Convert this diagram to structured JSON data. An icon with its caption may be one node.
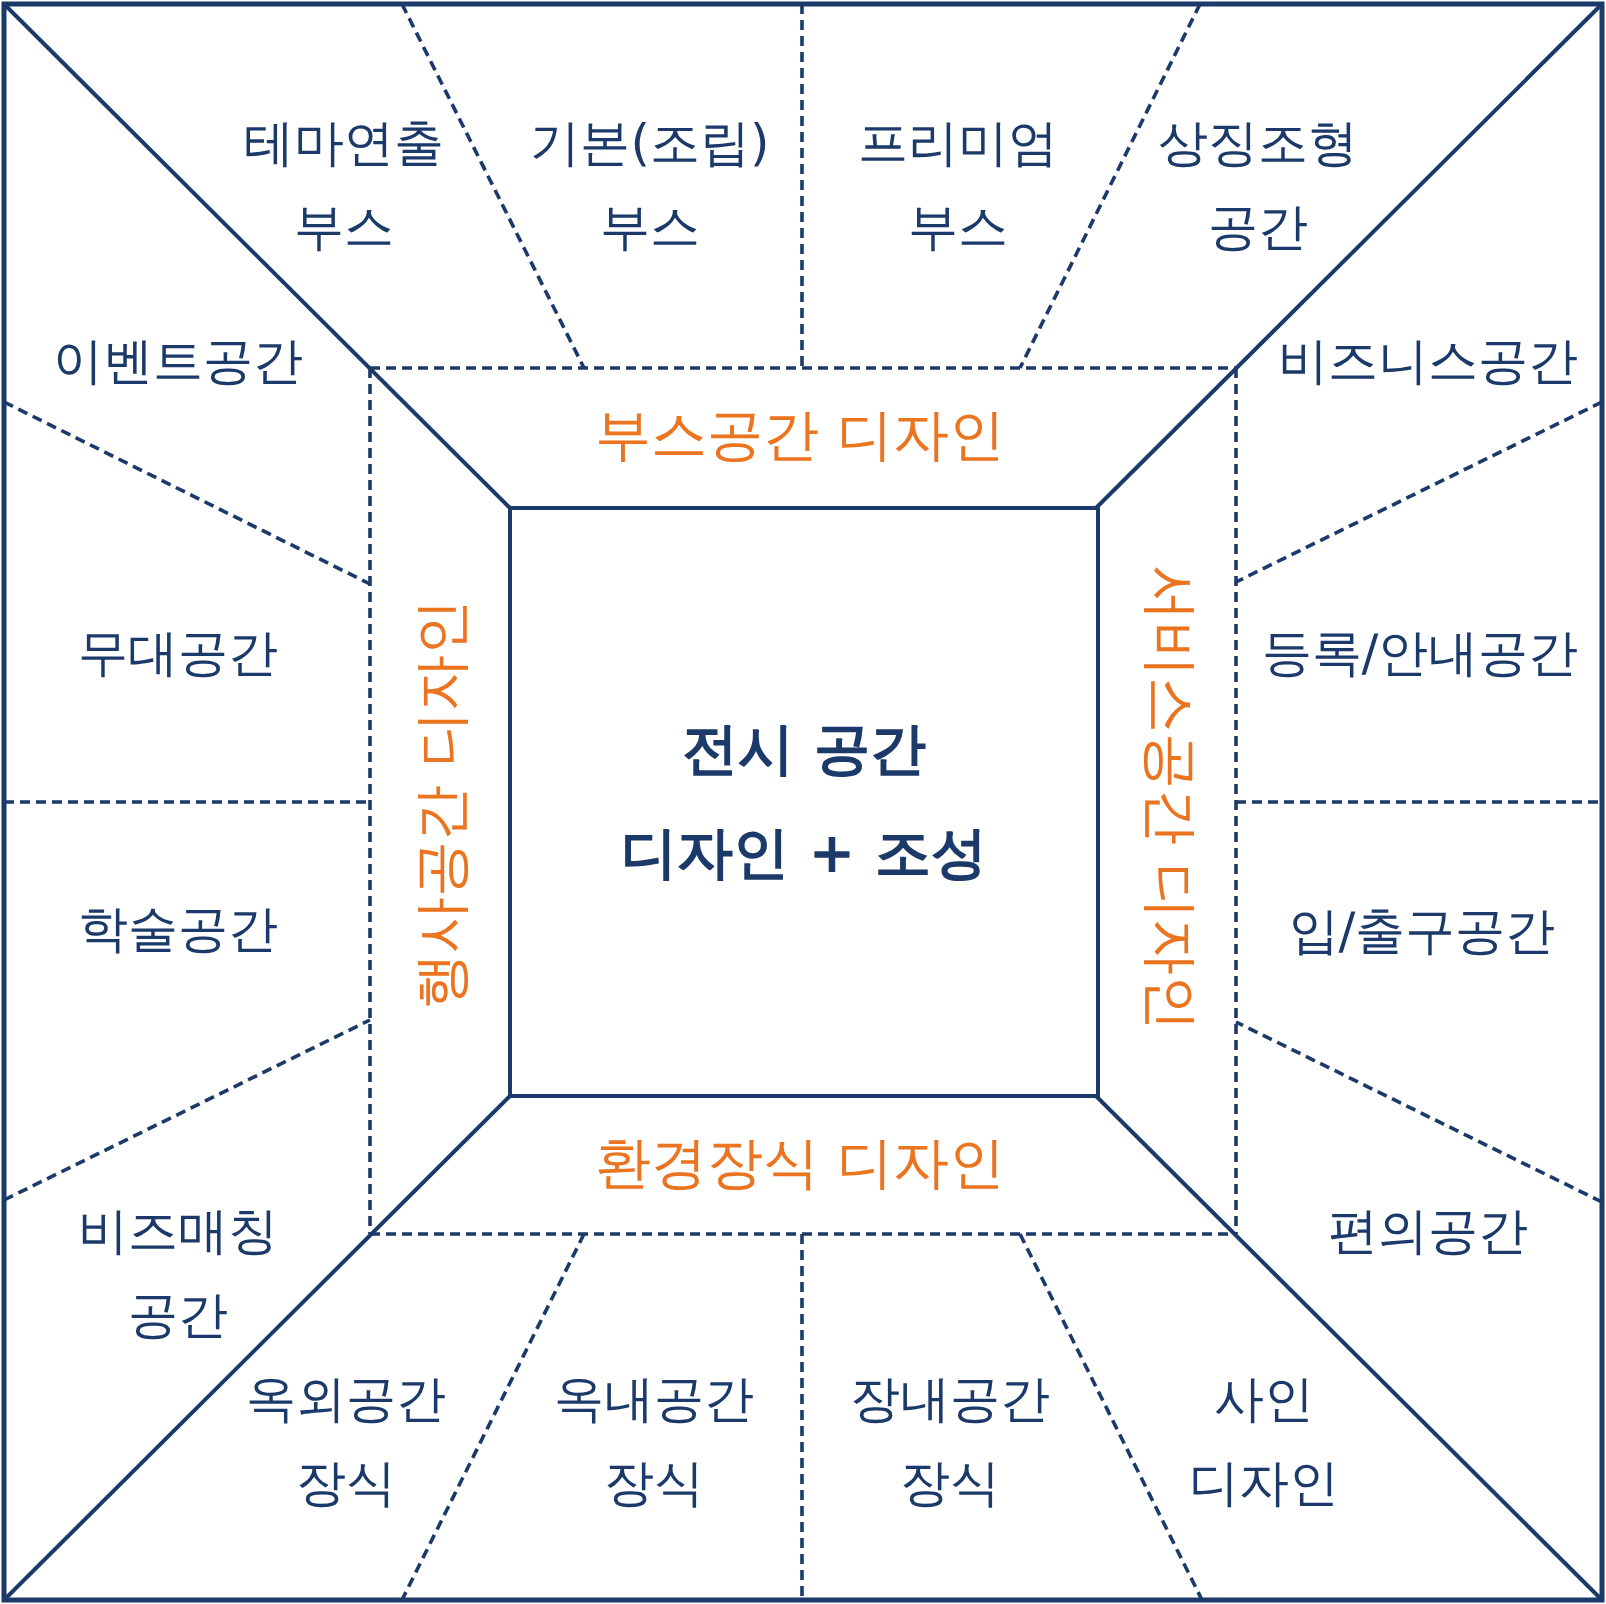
{
  "diagram": {
    "nodes": [
      {
        "text": [
          "테마연출 부스"
        ]
      },
      {
        "text": [
          "기본(조립) 부스"
        ]
      },
      {
        "text": [
          "프리미엄 부스"
        ]
      },
      {
        "text": [
          "상징조형 공간"
        ]
      },
      {
        "text": [
          "이벤트공간"
        ]
      },
      {
        "text": [
          "비즈니스공간"
        ]
      },
      {
        "text": [
          "부스공간 디자인"
        ]
      },
      {
        "text": [
          "무대공간"
        ]
      },
      {
        "text": [
          "등록/안내공간"
        ]
      },
      {
        "text": [
          "행사공간 디자인"
        ]
      },
      {
        "text": [
          "전시 공간 디자인 + 조성"
        ]
      },
      {
        "text": [
          "서비스공간 디자인"
        ]
      },
      {
        "text": [
          "학술공간"
        ]
      },
      {
        "text": [
          "입/출구공간"
        ]
      },
      {
        "text": [
          "환경장식 디자인"
        ]
      },
      {
        "text": [
          "비즈매칭 공간"
        ]
      },
      {
        "text": [
          "편의공간"
        ]
      },
      {
        "text": [
          "옥외공간 장식"
        ]
      },
      {
        "text": [
          "옥내공간 장식"
        ]
      },
      {
        "text": [
          "장내공간 장식"
        ]
      },
      {
        "text": [
          "사인 디자인"
        ]
      }
    ]
  }
}
